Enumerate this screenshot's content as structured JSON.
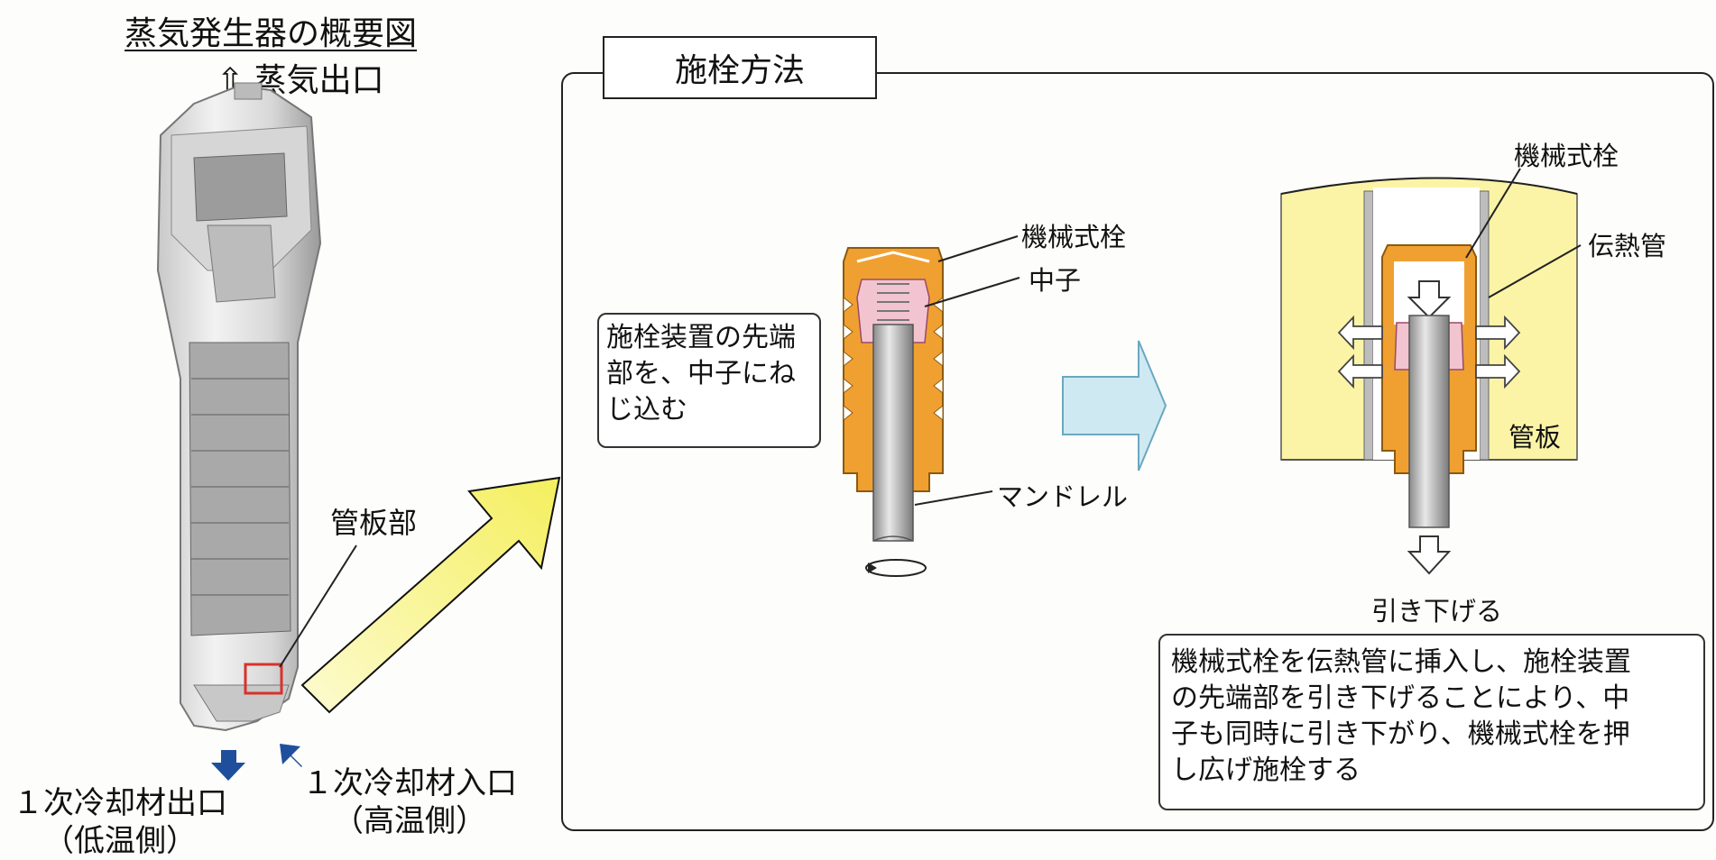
{
  "title": "蒸気発生器の概要図",
  "steam_outlet": "⇧ 蒸気出口",
  "tube_sheet_part": "管板部",
  "primary_outlet": [
    "１次冷却材出口",
    "（低温側）"
  ],
  "primary_inlet": [
    "１次冷却材入口",
    "（高温側）"
  ],
  "method_title": "施栓方法",
  "left_view": {
    "plug_label": "機械式栓",
    "core_label": "中子",
    "mandrel_label": "マンドレル",
    "note": [
      "施栓装置の先端",
      "部を、中子にね",
      "じ込む"
    ]
  },
  "right_view": {
    "plug_label": "機械式栓",
    "tube_label": "伝熱管",
    "tubesheet_label": "管板",
    "pull_label": "引き下げる",
    "note": [
      "機械式栓を伝熱管に挿入し、施栓装置",
      "の先端部を引き下げることにより、中",
      "子も同時に引き下がり、機械式栓を押",
      "し広げ施栓する"
    ]
  },
  "colors": {
    "plug_orange": "#f0a030",
    "core_pink": "#f2c4d0",
    "tubesheet_yellow": "#fbf4a6",
    "big_arrow_yellow": "#f4ef5e",
    "process_arrow_blue": "#cfe9f2",
    "flow_arrow_blue": "#1f4e9c",
    "highlight_red": "#d8322a"
  }
}
